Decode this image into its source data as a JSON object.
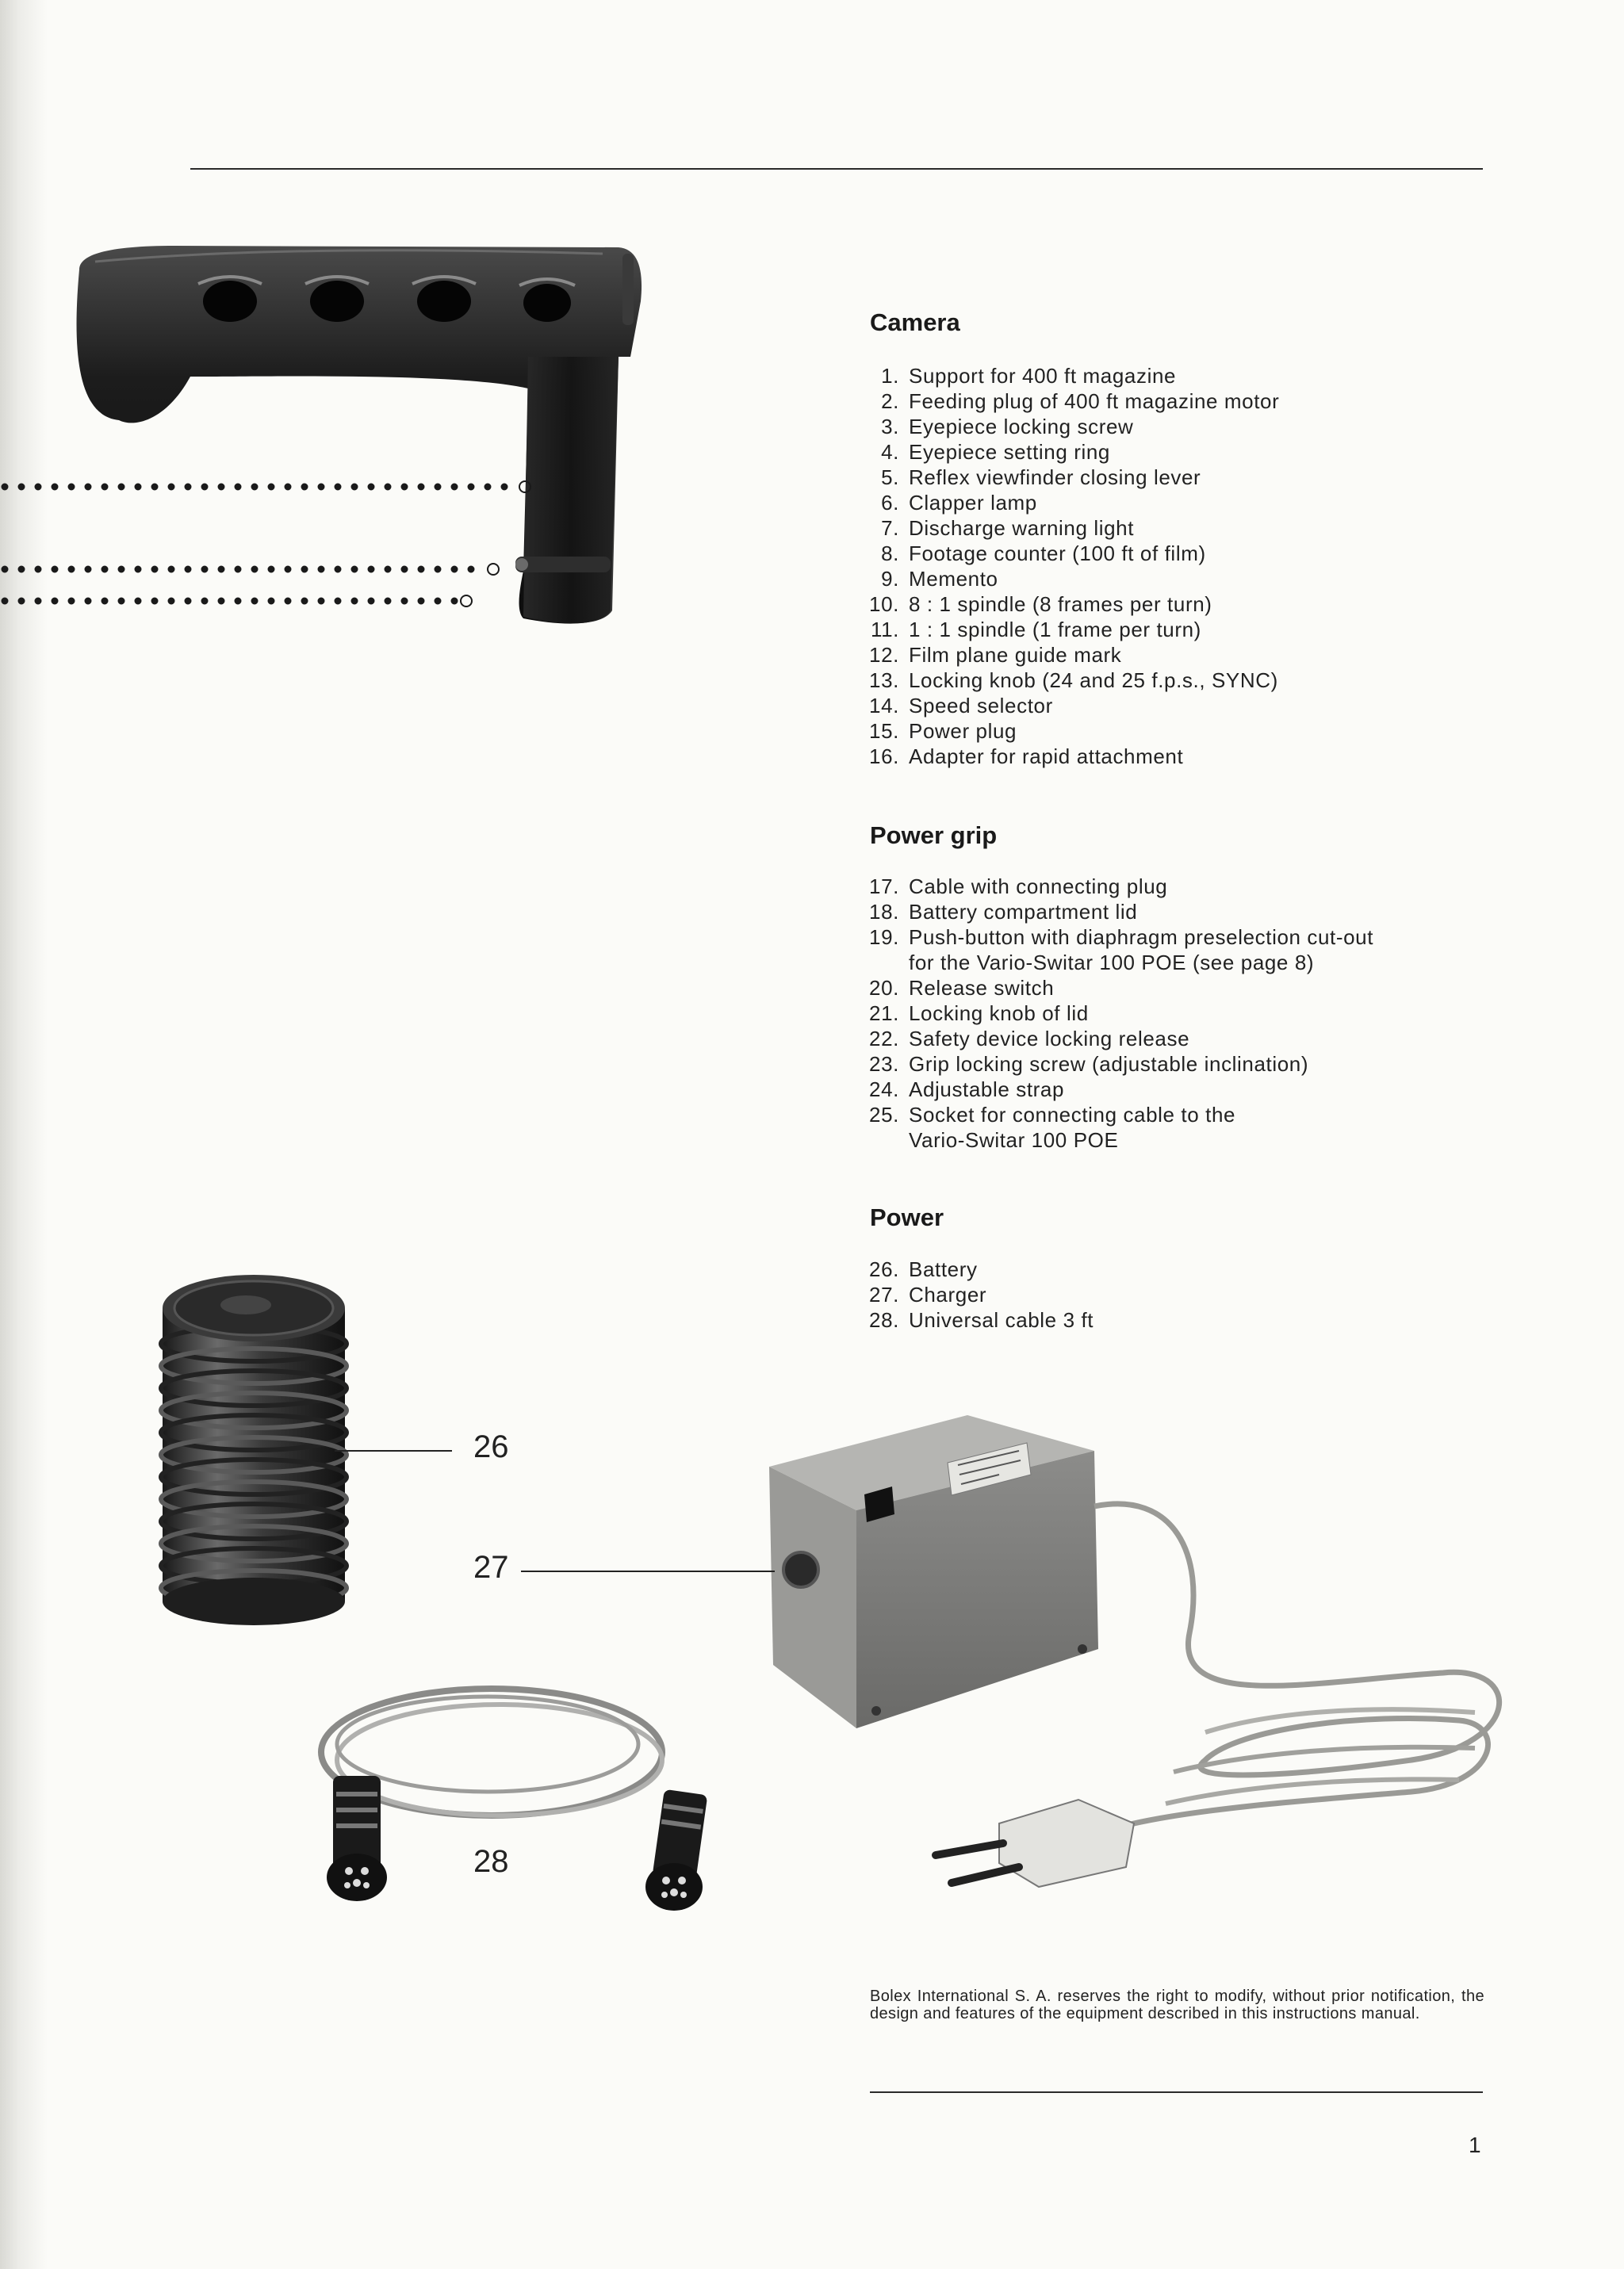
{
  "sections": [
    {
      "title": "Camera",
      "items": [
        {
          "num": "1.",
          "text": "Support for 400 ft magazine"
        },
        {
          "num": "2.",
          "text": "Feeding plug of 400 ft magazine motor"
        },
        {
          "num": "3.",
          "text": "Eyepiece locking screw"
        },
        {
          "num": "4.",
          "text": "Eyepiece setting ring"
        },
        {
          "num": "5.",
          "text": "Reflex viewfinder closing lever"
        },
        {
          "num": "6.",
          "text": "Clapper lamp"
        },
        {
          "num": "7.",
          "text": "Discharge warning light"
        },
        {
          "num": "8.",
          "text": "Footage counter (100 ft of film)"
        },
        {
          "num": "9.",
          "text": "Memento"
        },
        {
          "num": "10.",
          "text": "8 : 1 spindle (8 frames per turn)"
        },
        {
          "num": "11.",
          "text": "1 : 1 spindle (1 frame per turn)"
        },
        {
          "num": "12.",
          "text": "Film plane guide mark"
        },
        {
          "num": "13.",
          "text": "Locking knob (24 and 25 f.p.s., SYNC)"
        },
        {
          "num": "14.",
          "text": "Speed selector"
        },
        {
          "num": "15.",
          "text": "Power plug"
        },
        {
          "num": "16.",
          "text": "Adapter for rapid attachment"
        }
      ]
    },
    {
      "title": "Power grip",
      "items": [
        {
          "num": "17.",
          "text": "Cable with connecting plug"
        },
        {
          "num": "18.",
          "text": "Battery compartment lid"
        },
        {
          "num": "19.",
          "text": "Push-button with diaphragm preselection cut-out\nfor the Vario-Switar 100 POE (see page 8)"
        },
        {
          "num": "20.",
          "text": "Release switch"
        },
        {
          "num": "21.",
          "text": "Locking knob of lid"
        },
        {
          "num": "22.",
          "text": "Safety device locking release"
        },
        {
          "num": "23.",
          "text": "Grip locking screw (adjustable inclination)"
        },
        {
          "num": "24.",
          "text": "Adjustable strap"
        },
        {
          "num": "25.",
          "text": "Socket for connecting cable to the\nVario-Switar 100 POE"
        }
      ]
    },
    {
      "title": "Power",
      "items": [
        {
          "num": "26.",
          "text": "Battery"
        },
        {
          "num": "27.",
          "text": "Charger"
        },
        {
          "num": "28.",
          "text": "Universal cable 3 ft"
        }
      ]
    }
  ],
  "callouts": {
    "battery": "26",
    "charger": "27",
    "cable": "28"
  },
  "footer": {
    "note": "Bolex International S. A. reserves the right to modify, without prior notification, the design and features of the equipment described in this instructions manual."
  },
  "page_number": "1"
}
